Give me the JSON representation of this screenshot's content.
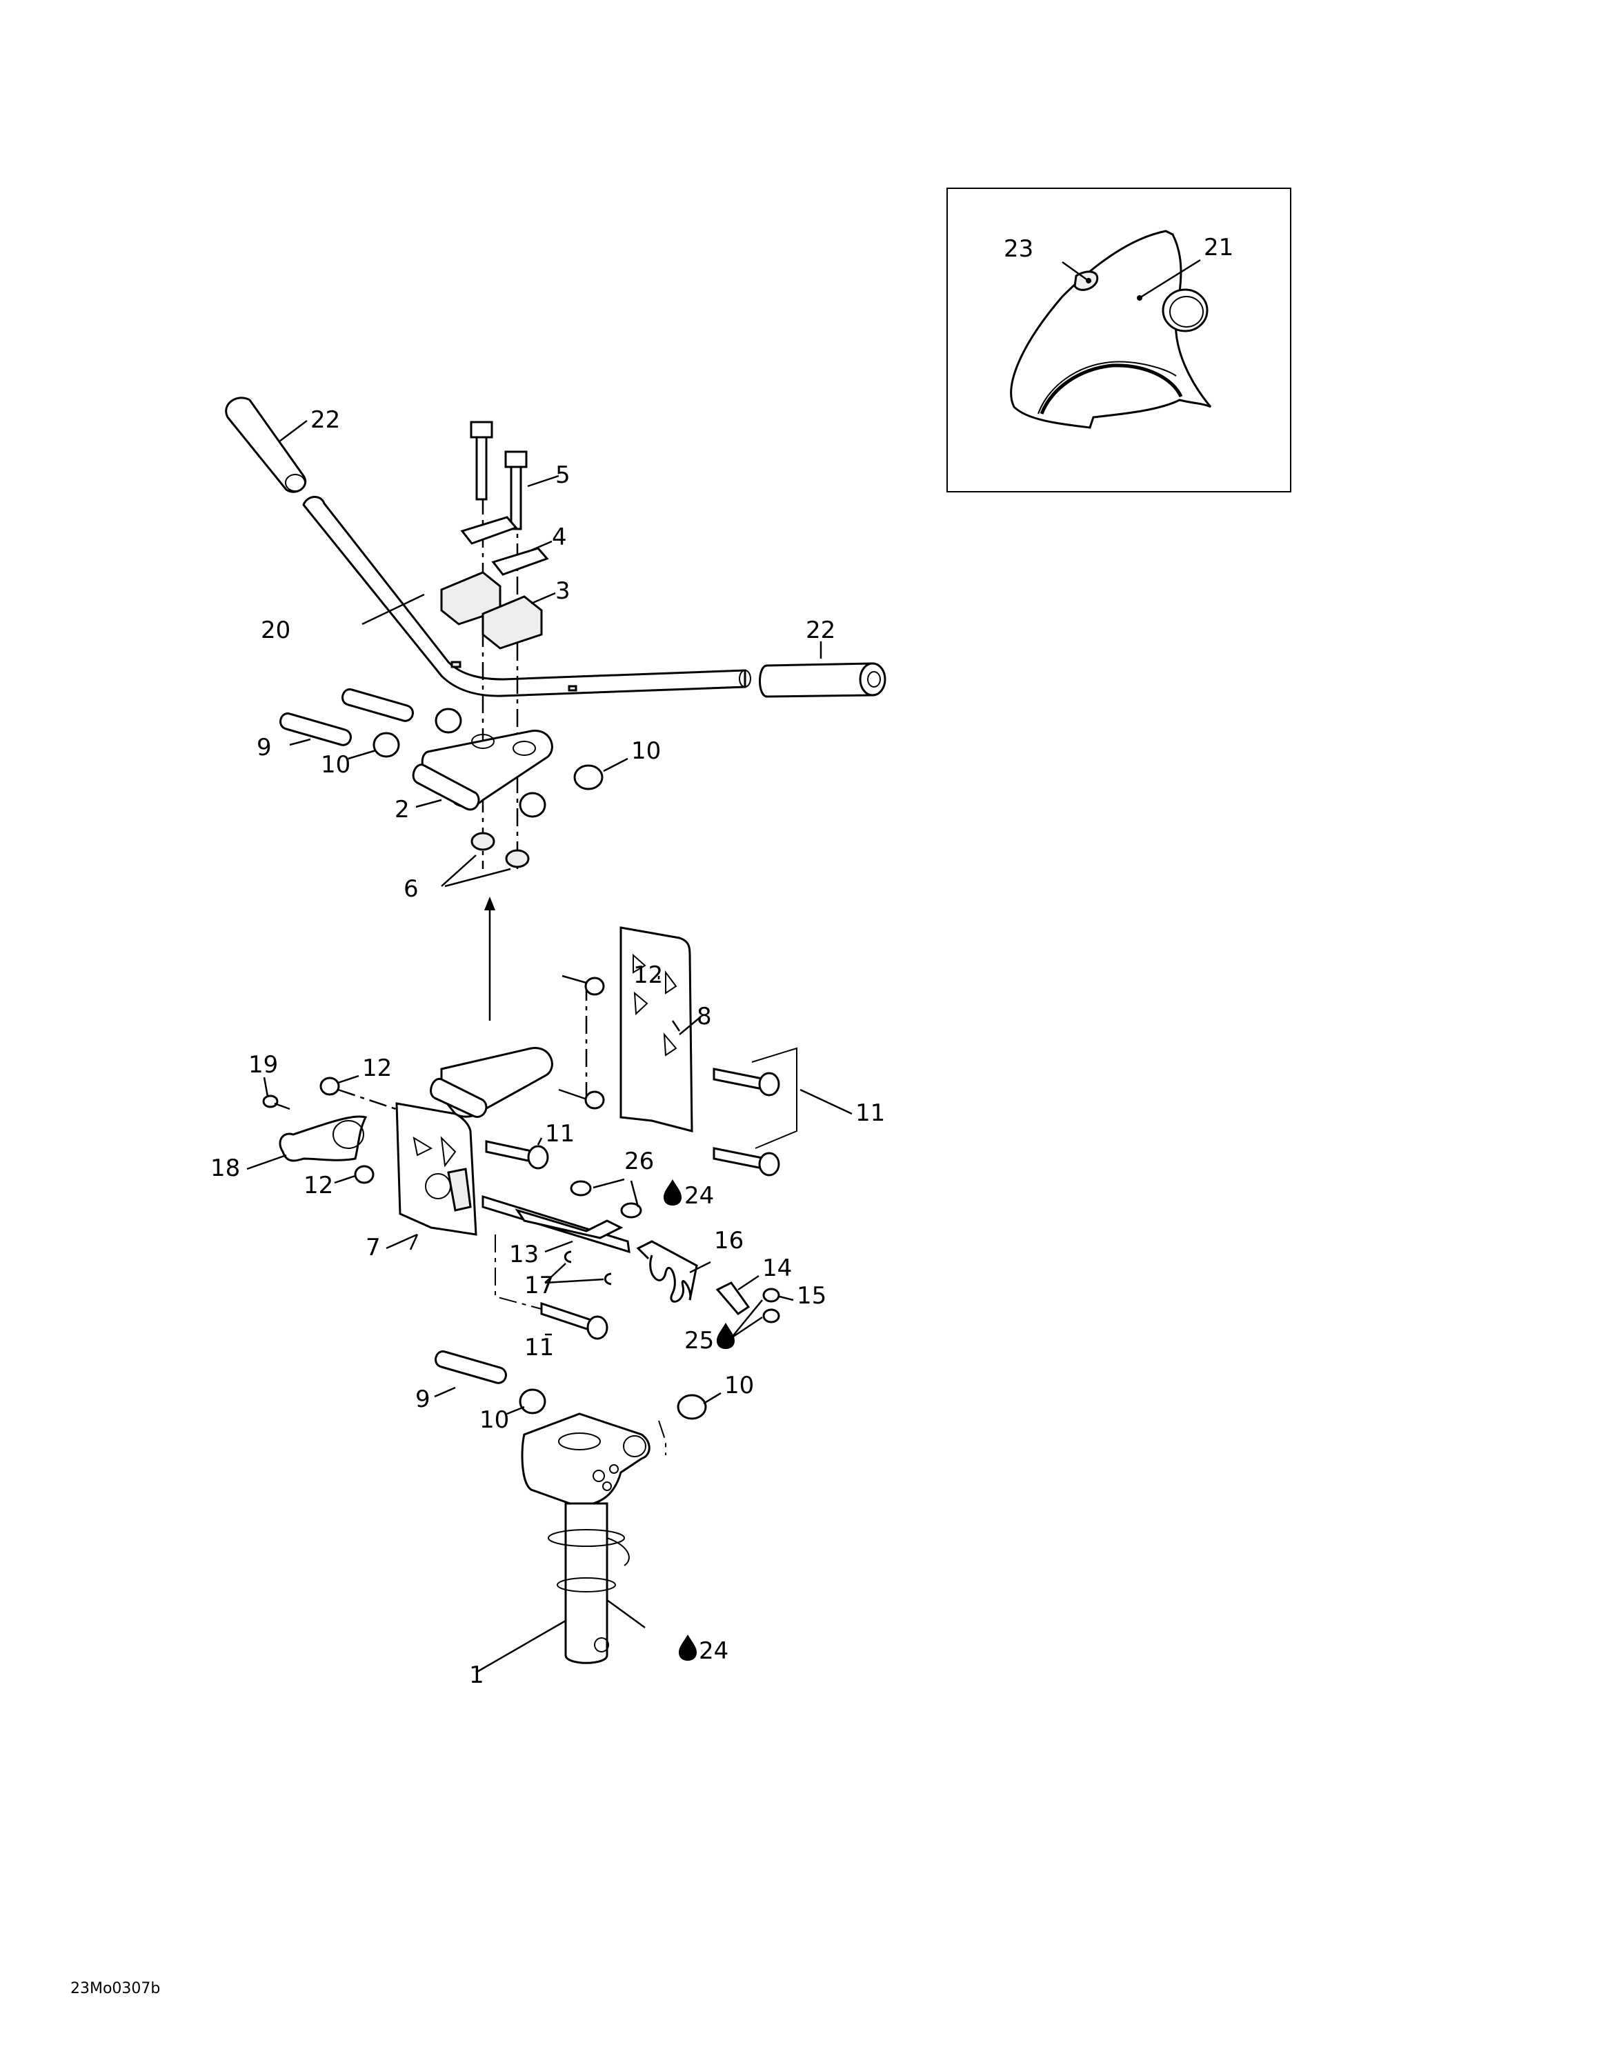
{
  "figure_code": "23Mo0307b",
  "callouts": {
    "c1": "1",
    "c2": "2",
    "c3": "3",
    "c4": "4",
    "c5": "5",
    "c6": "6",
    "c7": "7",
    "c8": "8",
    "c9a": "9",
    "c9b": "9",
    "c10a": "10",
    "c10b": "10",
    "c10c": "10",
    "c10d": "10",
    "c11a": "11",
    "c11b": "11",
    "c11c": "11",
    "c12a": "12",
    "c12b": "12",
    "c12c": "12",
    "c13": "13",
    "c14": "14",
    "c15": "15",
    "c16": "16",
    "c17": "17",
    "c18": "18",
    "c19": "19",
    "c20": "20",
    "c21": "21",
    "c22a": "22",
    "c22b": "22",
    "c23": "23",
    "c24a": "24",
    "c24b": "24",
    "c25": "25",
    "c26": "26"
  },
  "icons": {
    "lubricant": "drop-icon"
  }
}
